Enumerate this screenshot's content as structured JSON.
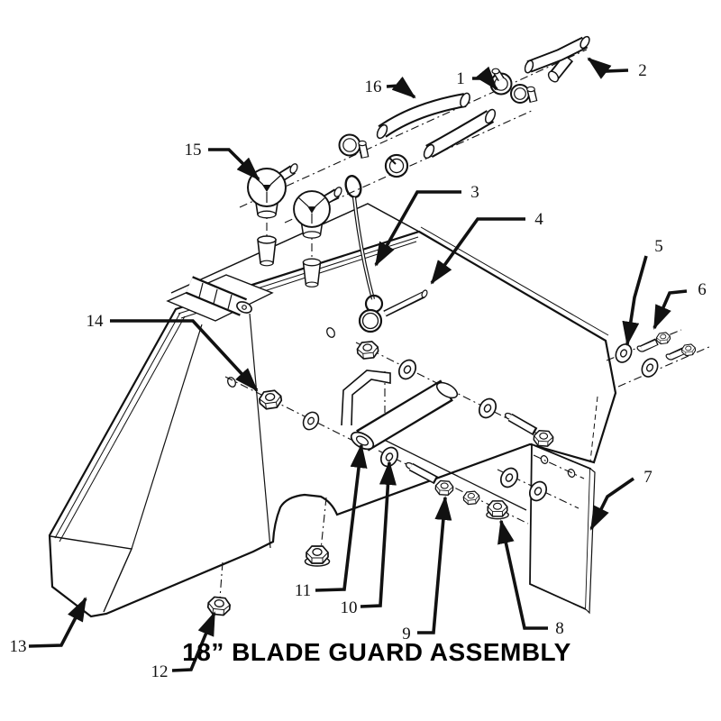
{
  "diagram": {
    "title": "18” BLADE GUARD ASSEMBLY",
    "callouts": {
      "c1": {
        "label": "1"
      },
      "c2": {
        "label": "2"
      },
      "c3": {
        "label": "3"
      },
      "c4": {
        "label": "4"
      },
      "c5": {
        "label": "5"
      },
      "c6": {
        "label": "6"
      },
      "c7": {
        "label": "7"
      },
      "c8": {
        "label": "8"
      },
      "c9": {
        "label": "9"
      },
      "c10": {
        "label": "10"
      },
      "c11": {
        "label": "11"
      },
      "c12": {
        "label": "12"
      },
      "c13": {
        "label": "13"
      },
      "c14": {
        "label": "14"
      },
      "c15": {
        "label": "15"
      },
      "c16": {
        "label": "16"
      }
    },
    "colors": {
      "ink": "#111111",
      "paper": "#ffffff"
    }
  }
}
